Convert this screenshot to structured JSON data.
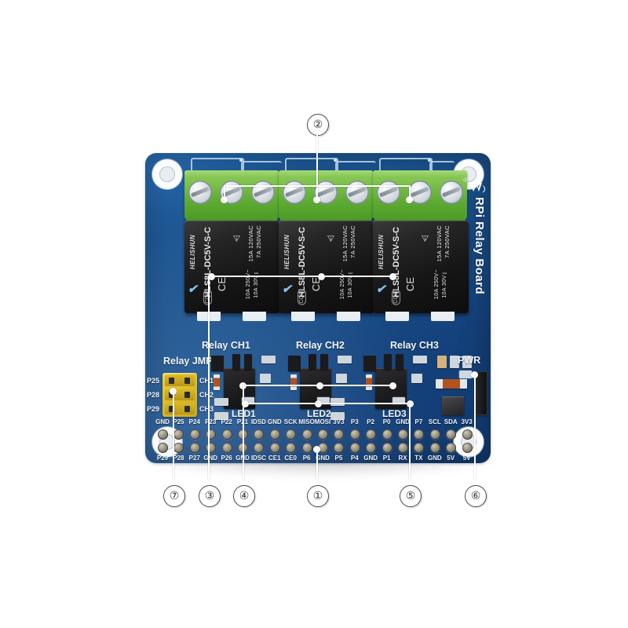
{
  "product": {
    "board_name": "RPi Relay Board",
    "brand_mark": "waveshare-logo",
    "registered_mark": "®"
  },
  "board": {
    "silkscreen": {
      "relay_ch1": "Relay CH1",
      "relay_ch2": "Relay CH2",
      "relay_ch3": "Relay CH3",
      "relay_jmp": "Relay JMP",
      "pwr": "PWR",
      "led1": "LED1",
      "led2": "LED2",
      "led3": "LED3"
    },
    "jumper": {
      "left_labels": [
        "P25",
        "P28",
        "P29"
      ],
      "right_labels": [
        "CH1",
        "CH2",
        "CH3"
      ]
    },
    "gpio_header": {
      "top_row": [
        "GND",
        "P25",
        "P24",
        "P23",
        "P22",
        "P21",
        "IDSD",
        "GND",
        "SCK",
        "MISO",
        "MOSI",
        "3V3",
        "P3",
        "P2",
        "P0",
        "GND",
        "P7",
        "SCL",
        "SDA",
        "3V3"
      ],
      "bottom_row": [
        "P29",
        "P28",
        "P27",
        "GND",
        "P26",
        "GND",
        "IDSC",
        "CE1",
        "CE0",
        "P6",
        "GND",
        "P5",
        "P4",
        "GND",
        "P1",
        "RX",
        "TX",
        "GND",
        "5V",
        "5V"
      ]
    },
    "relay_chip": {
      "model": "HLS8L-DC5V-S-C",
      "manufacturer": "HELISHUN",
      "rating_line1": "15A 120VAC",
      "rating_line2": "7A 250VAC",
      "rating_line3": "10A 250V~",
      "rating_line4": "10A  30V⎓",
      "cert_ul": "cⓊus",
      "cert_ce": "CE",
      "cert_cqc": "CQC"
    }
  },
  "callouts": [
    {
      "id": "1",
      "label": "①",
      "target": "gpio-header"
    },
    {
      "id": "2",
      "label": "②",
      "target": "screw-terminals"
    },
    {
      "id": "3",
      "label": "③",
      "target": "relay-ch1"
    },
    {
      "id": "4",
      "label": "④",
      "target": "optocoupler"
    },
    {
      "id": "5",
      "label": "⑤",
      "target": "channel-leds"
    },
    {
      "id": "6",
      "label": "⑥",
      "target": "power-led"
    },
    {
      "id": "7",
      "label": "⑦",
      "target": "relay-jumper"
    }
  ],
  "colors": {
    "pcb_blue": "#1d5794",
    "terminal_green": "#5fae33",
    "jumper_yellow": "#e2bf2e",
    "relay_black": "#161617",
    "silk_white": "#f2f6fa",
    "background": "#ffffff"
  }
}
